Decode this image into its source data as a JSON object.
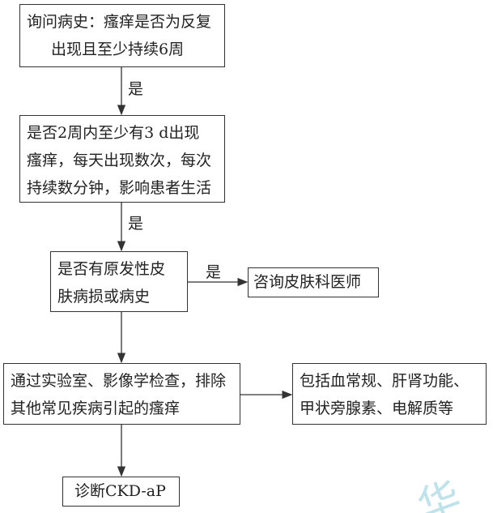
{
  "nodes": {
    "history": {
      "lines": [
        "询问病史：瘙痒是否为反复",
        "出现且至少持续6周"
      ]
    },
    "frequency": {
      "lines": [
        "是否2周内至少有3 d出现",
        "瘙痒，每天出现数次，每次",
        "持续数分钟，影响患者生活"
      ]
    },
    "primary_skin": {
      "lines": [
        "是否有原发性皮",
        "肤病损或病史"
      ]
    },
    "dermatology": {
      "lines": [
        "咨询皮肤科医师"
      ]
    },
    "exclude": {
      "lines": [
        "通过实验室、影像学检查，排除",
        "其他常见疾病引起的瘙痒"
      ]
    },
    "tests": {
      "lines": [
        "包括血常规、肝肾功能、",
        "甲状旁腺素、电解质等"
      ]
    },
    "diagnosis": {
      "lines": [
        "诊断CKD-aP"
      ]
    }
  },
  "edge_labels": {
    "yes1": "是",
    "yes2": "是",
    "yes3": "是"
  },
  "watermark": "华",
  "colors": {
    "line": "#333333",
    "watermark": "#bfe3ea"
  }
}
